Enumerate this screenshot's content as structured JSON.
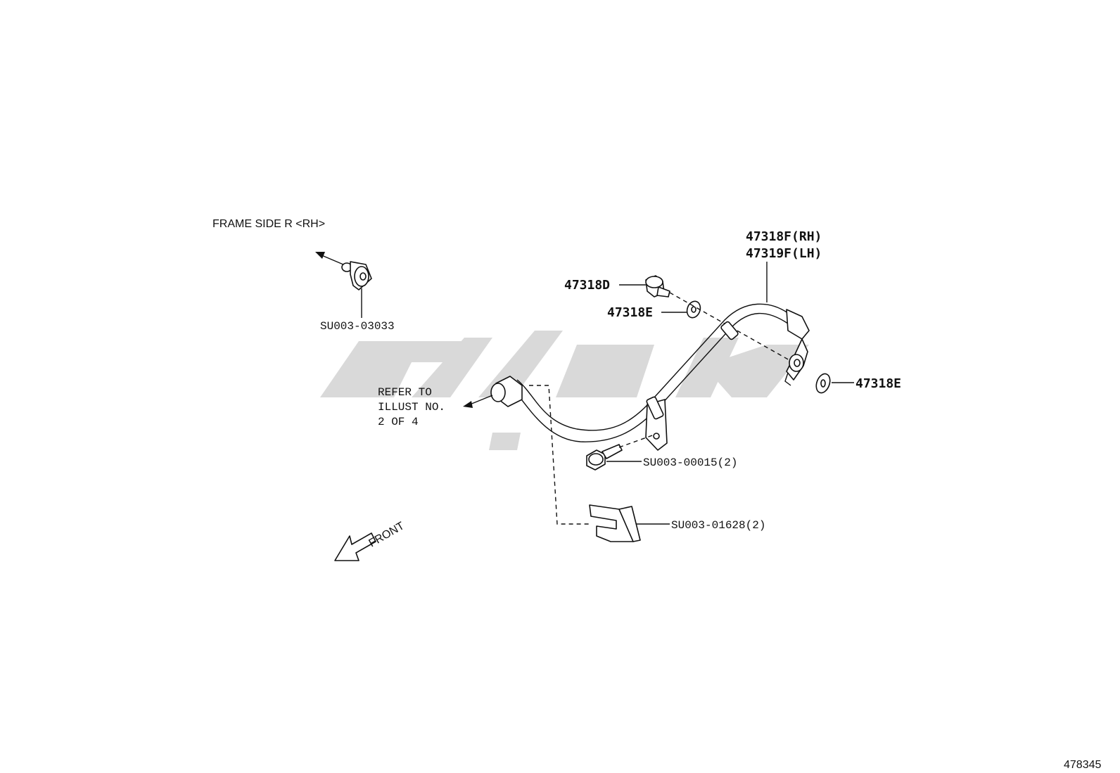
{
  "labels": {
    "frame_side": "FRAME SIDE R <RH>",
    "su003_03033": "SU003-03033",
    "hose_rh": "47318F(RH)",
    "hose_lh": "47319F(LH)",
    "bolt_47318d": "47318D",
    "gasket_upper": "47318E",
    "gasket_right": "47318E",
    "refer_line1": "REFER TO",
    "refer_line2": "ILLUST NO.",
    "refer_line3": "2 OF 4",
    "su003_00015": "SU003-00015(2)",
    "su003_01628": "SU003-01628(2)",
    "front": "FRONT",
    "illustration_number": "478345"
  }
}
